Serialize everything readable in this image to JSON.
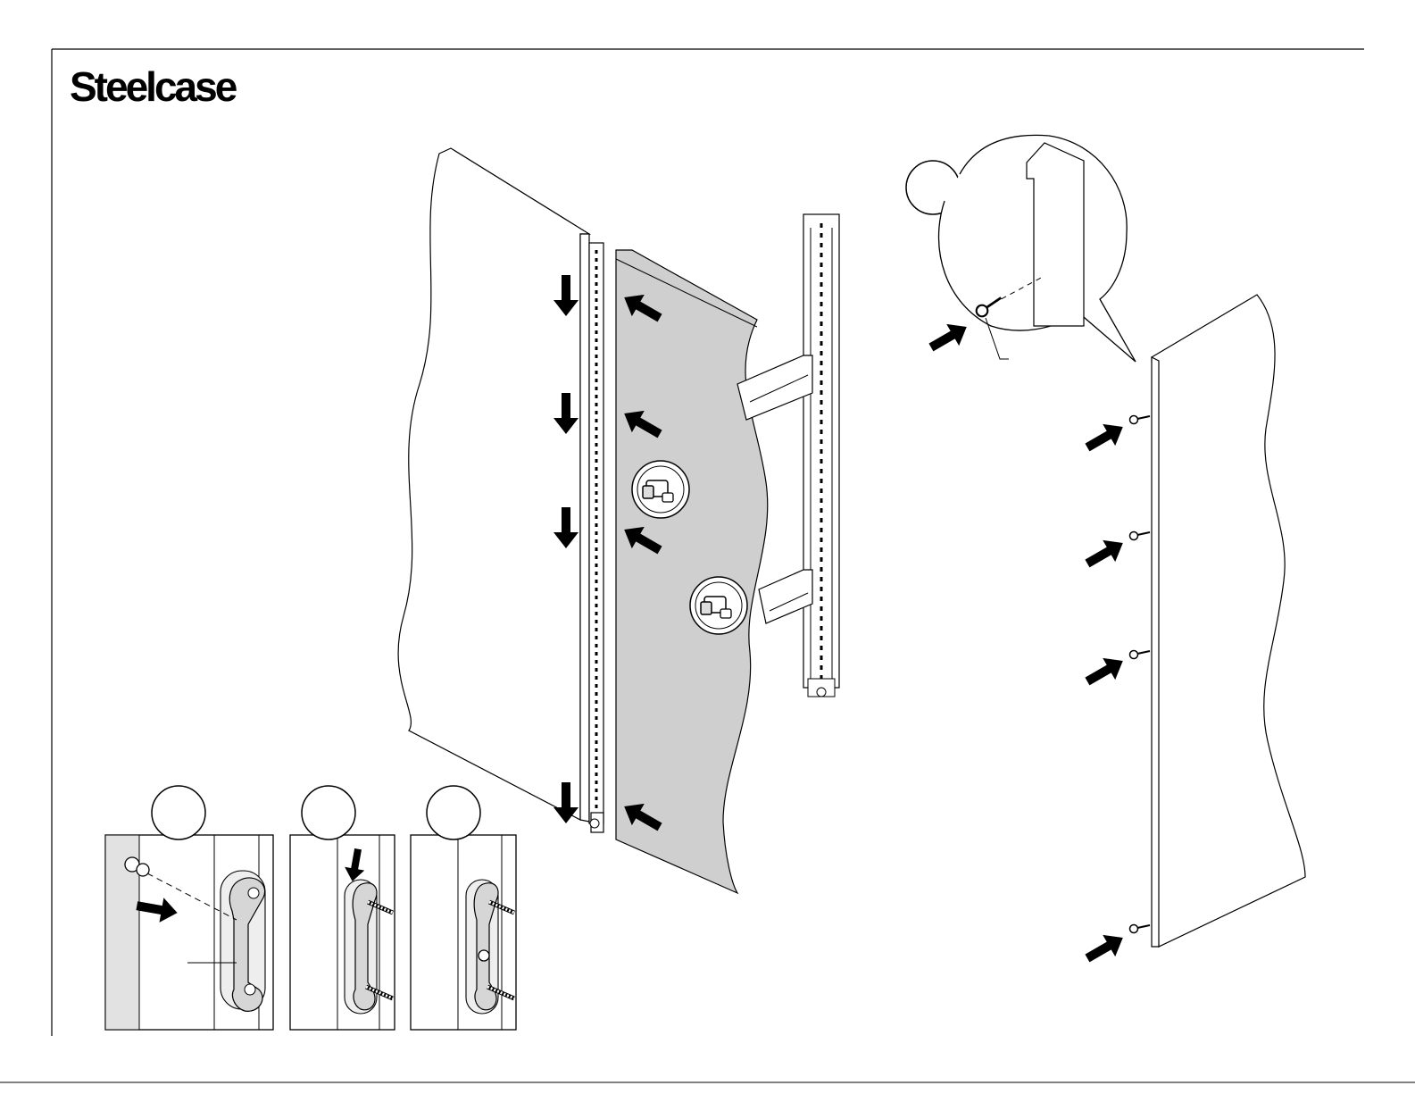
{
  "brand": {
    "name": "Steelcase",
    "color": "#000000"
  },
  "colors": {
    "line": "#000000",
    "panel_fill": "#cfcfcf",
    "bracket_fill": "#e2e2e2",
    "background": "#ffffff"
  },
  "icons": [
    "arrow-icon",
    "callout-circle",
    "bracket",
    "screw-icon",
    "suction-cup-icon"
  ]
}
